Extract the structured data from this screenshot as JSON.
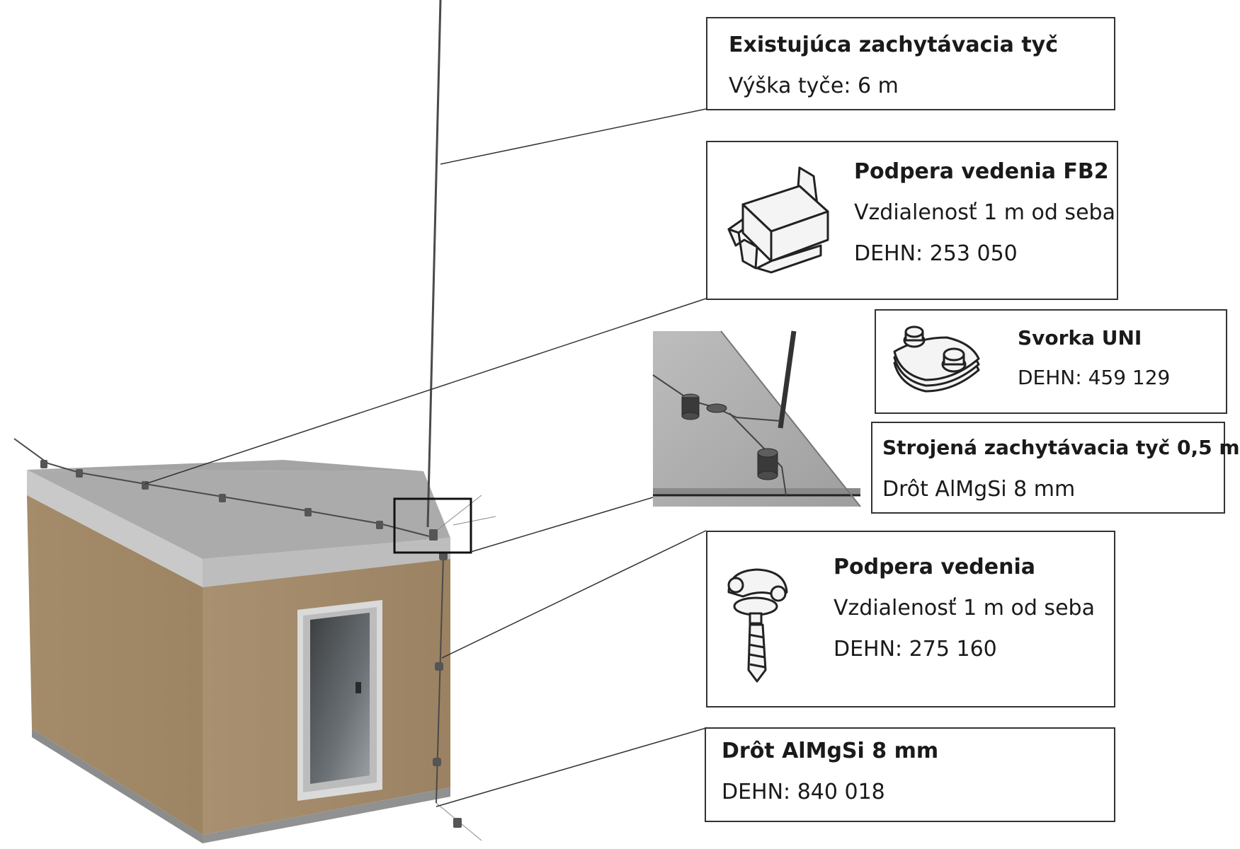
{
  "callouts": {
    "existing_rod": {
      "title": "Existujúca zachytávacia tyč",
      "line1": "Výška tyče: 6 m"
    },
    "fb2_support": {
      "title": "Podpera vedenia FB2",
      "line1": "Vzdialenosť 1 m od seba",
      "line2": "DEHN: 253 050",
      "icon": "fb2-roof-conductor-holder-icon"
    },
    "uni_clamp": {
      "title": "Svorka UNI",
      "line1": "DEHN: 459 129",
      "icon": "uni-clamp-icon"
    },
    "short_rod": {
      "title": "Strojená zachytávacia tyč 0,5 m",
      "line1": "Drôt AlMgSi 8 mm"
    },
    "wall_support": {
      "title": "Podpera vedenia",
      "line1": "Vzdialenosť 1 m od seba",
      "line2": "DEHN: 275 160",
      "icon": "wall-conductor-holder-icon"
    },
    "wire": {
      "title": "Drôt AlMgSi 8 mm",
      "line1": "DEHN: 840 018"
    }
  },
  "colors": {
    "roof": "#a9a9a9",
    "roof_edge": "#c8c8c8",
    "wall_front": "#9e8666",
    "wall_side": "#a68d6c",
    "base": "#8e8e8e",
    "door_frame": "#d8d8d8",
    "door_glass": "#4a4e50",
    "leader": "#333333",
    "box_border": "#333333"
  }
}
